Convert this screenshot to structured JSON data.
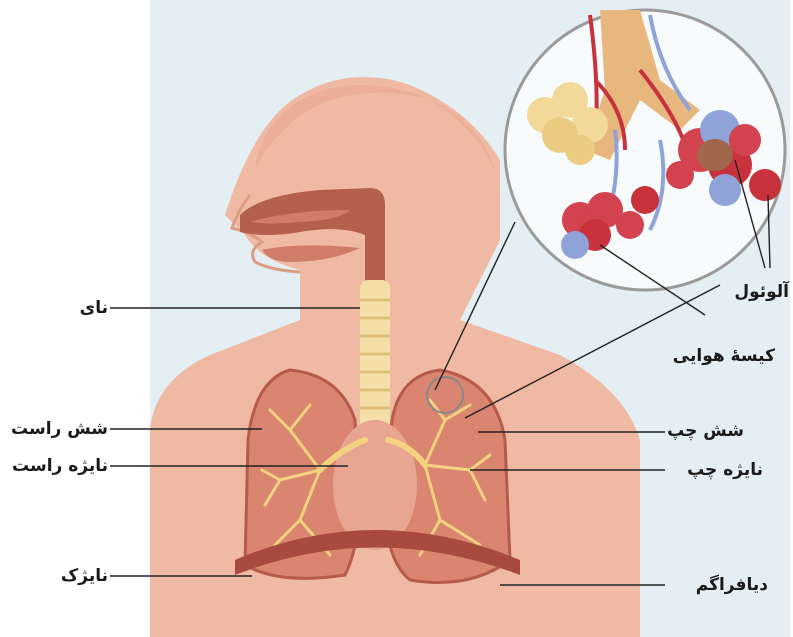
{
  "labels": {
    "trachea": "نای",
    "right_lung": "شش راست",
    "right_bronchus": "نایژه راست",
    "bronchiole": "نایژک",
    "alveolus": "آلوئول",
    "air_sac": "کیسهٔ هوایی",
    "left_lung": "شش چپ",
    "left_bronchus": "نایژه چپ",
    "diaphragm": "دیافراگم"
  },
  "colors": {
    "background": "#e3eff2",
    "skin": "#f0b9a3",
    "skin_shadow": "#dd9c84",
    "lung": "#d98570",
    "lung_dark": "#b65a4b",
    "bronchial_tree": "#f3d37f",
    "trachea": "#f5dfa9",
    "heart": "#e8a591",
    "diaphragm": "#a84a3f",
    "nasal_cavity": "#b4604f",
    "alveoli_red": "#d2424f",
    "alveoli_blue": "#8fa3d8",
    "alveoli_yellow": "#f2d99a",
    "leader_line": "#222222"
  }
}
